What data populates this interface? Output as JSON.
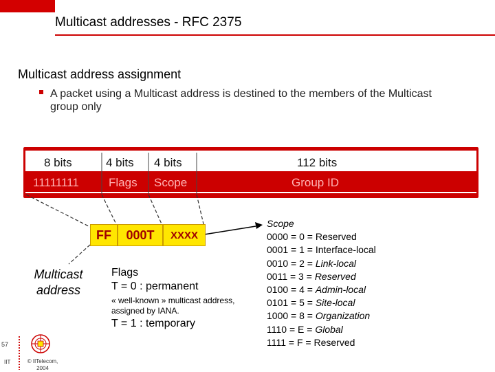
{
  "title": "Multicast addresses - RFC 2375",
  "section": "Multicast address assignment",
  "bullet": "A packet using a Multicast address is destined to the members of the Multicast group only",
  "format": {
    "fields": [
      {
        "bits": "8 bits",
        "value": "11111111"
      },
      {
        "bits": "4 bits",
        "value": "Flags"
      },
      {
        "bits": "4 bits",
        "value": "Scope"
      },
      {
        "bits": "112 bits",
        "value": "Group ID"
      }
    ]
  },
  "highlight": {
    "ff": "FF",
    "flags_bits": "000T",
    "scope_bits": "XXXX"
  },
  "multicast_label": [
    "Multicast",
    "address"
  ],
  "flags": {
    "title": "Flags",
    "t0": "T = 0 : permanent",
    "note": "« well-known » multicast address, assigned by IANA.",
    "t1": "T = 1 : temporary"
  },
  "scope": {
    "title": "Scope",
    "rows": [
      {
        "code": "0000 = 0 = ",
        "name": "Reserved",
        "italic": false
      },
      {
        "code": "0001 = 1 = ",
        "name": "Interface-local",
        "italic": false
      },
      {
        "code": "0010 = 2 = ",
        "name": "Link-local",
        "italic": true
      },
      {
        "code": "0011 = 3 = ",
        "name": "Reserved",
        "italic": true
      },
      {
        "code": "0100 = 4 = ",
        "name": "Admin-local",
        "italic": true
      },
      {
        "code": "0101 = 5 = ",
        "name": "Site-local",
        "italic": true
      },
      {
        "code": "1000 = 8 = ",
        "name": "Organization",
        "italic": true
      },
      {
        "code": "1110 = E = ",
        "name": "Global",
        "italic": true
      },
      {
        "code": "1111 = F = ",
        "name": "Reserved",
        "italic": false
      }
    ]
  },
  "footer": {
    "page": "57",
    "org": "IIT",
    "copyright": "© IITelecom, 2004"
  },
  "colors": {
    "accent": "#cc0000",
    "highlight": "#ffe600"
  }
}
